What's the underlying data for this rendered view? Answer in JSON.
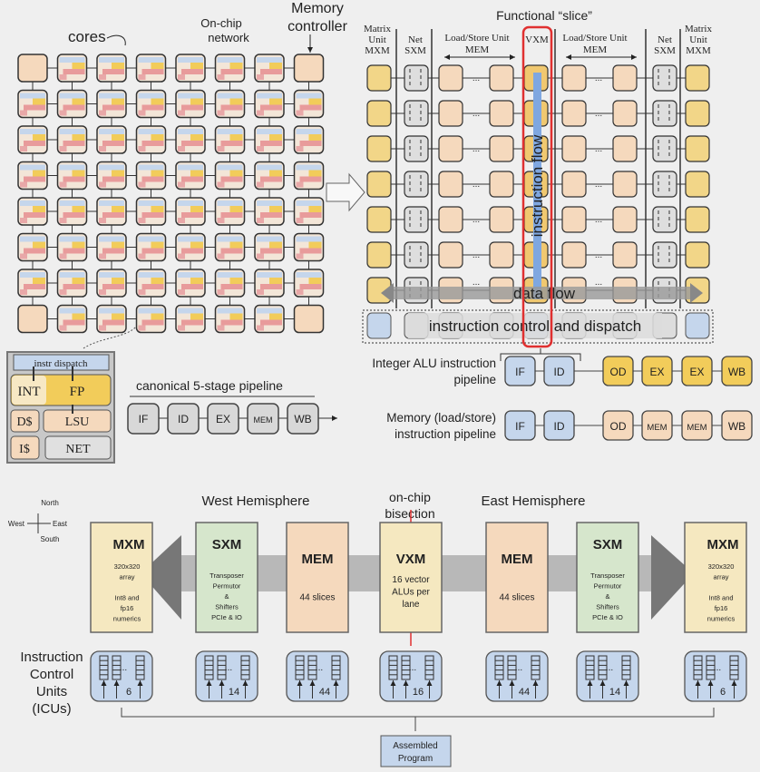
{
  "grid": {
    "cores_label": "cores",
    "network_label": [
      "On-chip",
      "network"
    ],
    "memory_label": [
      "Memory",
      "controller"
    ],
    "rows": 8,
    "cols": 8
  },
  "core_detail": {
    "dispatch": "instr dispatch",
    "int": "INT",
    "fp": "FP",
    "dcache": "D$",
    "lsu": "LSU",
    "icache": "I$",
    "net": "NET"
  },
  "canonical": {
    "title": "canonical 5-stage pipeline",
    "stages": [
      "IF",
      "ID",
      "EX",
      "MEM",
      "WB"
    ]
  },
  "slice": {
    "title": "Functional “slice”",
    "columns": {
      "mxm": [
        "Matrix",
        "Unit",
        "MXM"
      ],
      "sxm": [
        "Net",
        "SXM"
      ],
      "mem": [
        "Load/Store Unit",
        "MEM"
      ],
      "vxm": "VXM"
    },
    "ellipsis": "...",
    "instruction_flow": "instruction flow",
    "data_flow": "data flow",
    "dispatch": "instruction control and dispatch"
  },
  "pipelines": [
    {
      "label": [
        "Integer ALU instruction",
        "pipeline"
      ],
      "stages": [
        "IF",
        "ID",
        "OD",
        "EX",
        "EX",
        "WB"
      ]
    },
    {
      "label": [
        "Memory (load/store)",
        "instruction pipeline"
      ],
      "stages": [
        "IF",
        "ID",
        "OD",
        "MEM",
        "MEM",
        "WB"
      ]
    }
  ],
  "chip": {
    "west": "West Hemisphere",
    "east": "East Hemisphere",
    "bisection": [
      "on-chip",
      "bisection"
    ],
    "compass": {
      "n": "North",
      "s": "South",
      "w": "West",
      "e": "East"
    },
    "units": [
      {
        "name": "MXM",
        "desc": [
          "320x320",
          "array",
          "",
          "Int8 and",
          "fp16",
          "numerics"
        ],
        "icu": "6",
        "color": "#f5e8c0"
      },
      {
        "name": "SXM",
        "desc": [
          "Transposer",
          "Permutor",
          "&",
          "Shifters",
          "PCIe & IO"
        ],
        "icu": "14",
        "color": "#d6e6cc"
      },
      {
        "name": "MEM",
        "desc": [
          "",
          "44 slices"
        ],
        "icu": "44",
        "color": "#f5d9bd"
      },
      {
        "name": "VXM",
        "desc": [
          "16 vector",
          "ALUs per",
          "lane"
        ],
        "icu": "16",
        "color": "#f5e8c0"
      },
      {
        "name": "MEM",
        "desc": [
          "",
          "44 slices"
        ],
        "icu": "44",
        "color": "#f5d9bd"
      },
      {
        "name": "SXM",
        "desc": [
          "Transposer",
          "Permutor",
          "&",
          "Shifters",
          "PCIe & IO"
        ],
        "icu": "14",
        "color": "#d6e6cc"
      },
      {
        "name": "MXM",
        "desc": [
          "320x320",
          "array",
          "",
          "Int8 and",
          "fp16",
          "numerics"
        ],
        "icu": "6",
        "color": "#f5e8c0"
      }
    ],
    "icu_label": [
      "Instruction",
      "Control",
      "Units",
      "(ICUs)"
    ],
    "program": [
      "Assembled",
      "Program"
    ]
  },
  "colors": {
    "peach": "#f5d9bd",
    "yellow": "#f2cc5a",
    "blue": "#c5d6ec",
    "gray": "#dcdcdc",
    "red": "#e03030"
  }
}
